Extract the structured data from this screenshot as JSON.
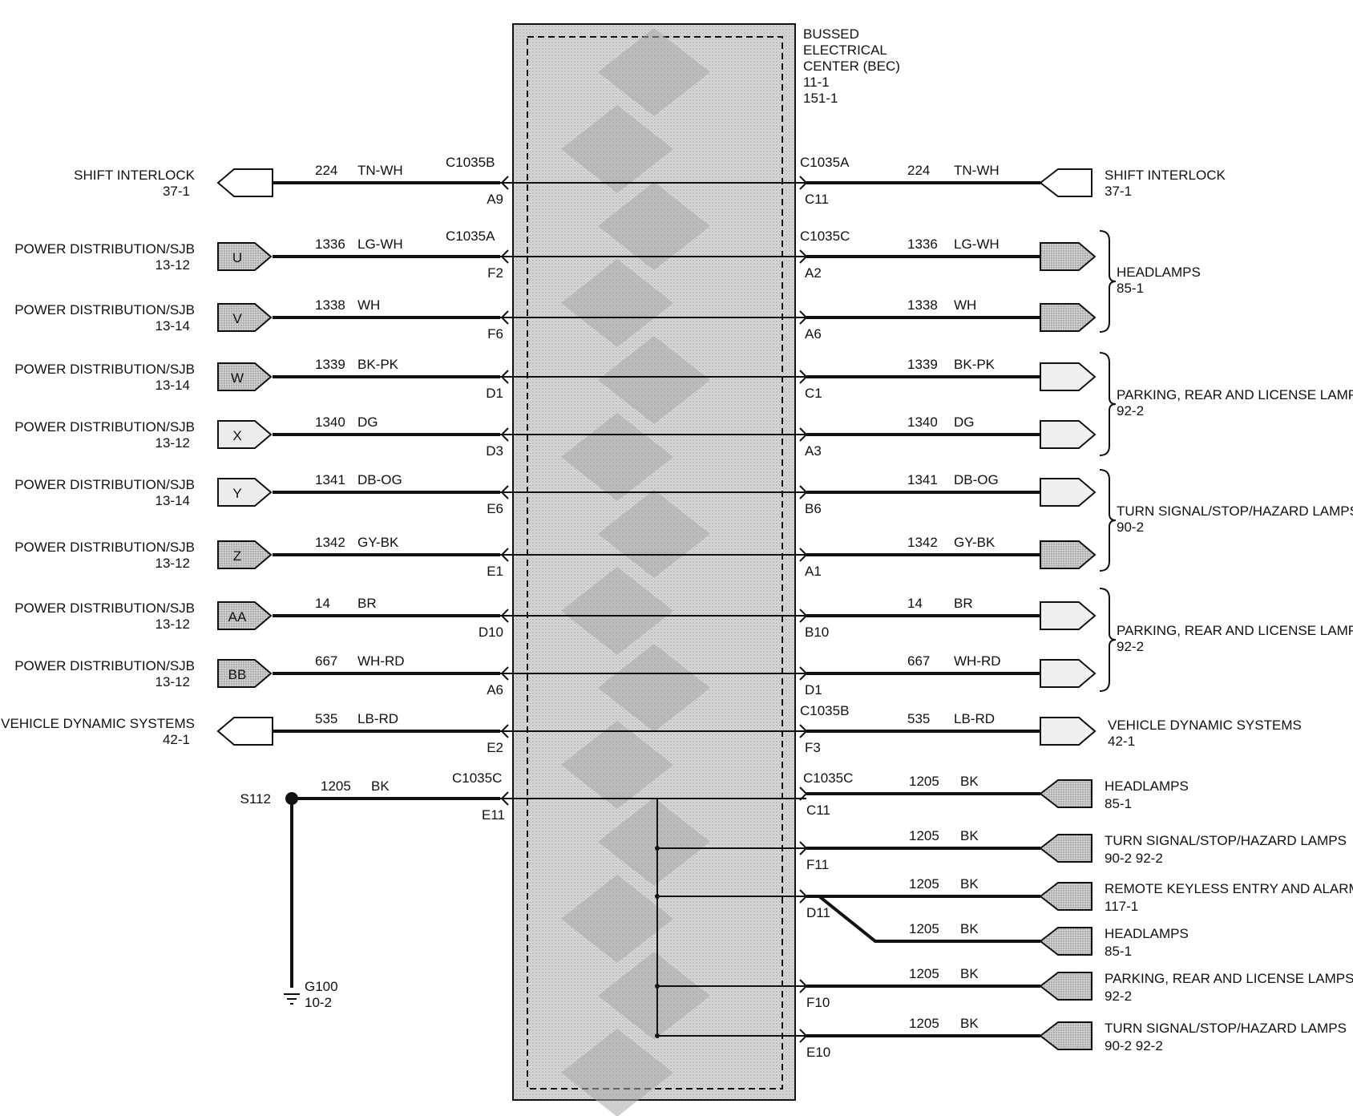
{
  "bec": {
    "title_lines": [
      "BUSSED",
      "ELECTRICAL",
      "CENTER (BEC)",
      "11-1",
      "151-1"
    ],
    "fill": "#c8c8c8"
  },
  "circuits": [
    {
      "left": {
        "system": "SHIFT INTERLOCK",
        "page": "37-1",
        "tag": ""
      },
      "circuit": "224",
      "color": "TN-WH",
      "left_conn": "C1035B",
      "left_pin": "A9",
      "right_conn": "C1035A",
      "right_pin": "C11",
      "right_box": "SHIFT INTERLOCK|37-1"
    },
    {
      "left": {
        "system": "POWER DISTRIBUTION/SJB",
        "page": "13-12",
        "tag": "U"
      },
      "circuit": "1336",
      "color": "LG-WH",
      "left_conn": "C1035A",
      "left_pin": "F2",
      "right_conn": "C1035C",
      "right_pin": "A2"
    },
    {
      "left": {
        "system": "POWER DISTRIBUTION/SJB",
        "page": "13-14",
        "tag": "V"
      },
      "circuit": "1338",
      "color": "WH",
      "left_conn": "",
      "left_pin": "F6",
      "right_conn": "",
      "right_pin": "A6"
    },
    {
      "left": {
        "system": "POWER DISTRIBUTION/SJB",
        "page": "13-14",
        "tag": "W"
      },
      "circuit": "1339",
      "color": "BK-PK",
      "left_conn": "",
      "left_pin": "D1",
      "right_conn": "",
      "right_pin": "C1"
    },
    {
      "left": {
        "system": "POWER DISTRIBUTION/SJB",
        "page": "13-12",
        "tag": "X"
      },
      "circuit": "1340",
      "color": "DG",
      "left_conn": "",
      "left_pin": "D3",
      "right_conn": "",
      "right_pin": "A3"
    },
    {
      "left": {
        "system": "POWER DISTRIBUTION/SJB",
        "page": "13-14",
        "tag": "Y"
      },
      "circuit": "1341",
      "color": "DB-OG",
      "left_conn": "",
      "left_pin": "E6",
      "right_conn": "",
      "right_pin": "B6"
    },
    {
      "left": {
        "system": "POWER DISTRIBUTION/SJB",
        "page": "13-12",
        "tag": "Z"
      },
      "circuit": "1342",
      "color": "GY-BK",
      "left_conn": "",
      "left_pin": "E1",
      "right_conn": "",
      "right_pin": "A1"
    },
    {
      "left": {
        "system": "POWER DISTRIBUTION/SJB",
        "page": "13-12",
        "tag": "AA"
      },
      "circuit": "14",
      "color": "BR",
      "left_conn": "",
      "left_pin": "D10",
      "right_conn": "",
      "right_pin": "B10"
    },
    {
      "left": {
        "system": "POWER DISTRIBUTION/SJB",
        "page": "13-12",
        "tag": "BB"
      },
      "circuit": "667",
      "color": "WH-RD",
      "left_conn": "",
      "left_pin": "A6",
      "right_conn": "",
      "right_pin": "D1"
    },
    {
      "left": {
        "system": "VEHICLE DYNAMIC SYSTEMS",
        "page": "42-1",
        "tag": ""
      },
      "circuit": "535",
      "color": "LB-RD",
      "left_conn": "",
      "left_pin": "E2",
      "right_conn": "C1035B",
      "right_pin": "F3"
    }
  ],
  "right_groups": [
    {
      "name": "HEADLAMPS",
      "page": "85-1"
    },
    {
      "name": "PARKING, REAR AND LICENSE LAMPS",
      "page": "92-2"
    },
    {
      "name": "TURN SIGNAL/STOP/HAZARD LAMPS",
      "page": "90-2"
    },
    {
      "name": "PARKING, REAR AND LICENSE LAMPS",
      "page": "92-2"
    },
    {
      "name": "VEHICLE DYNAMIC SYSTEMS",
      "page": "42-1"
    }
  ],
  "ground": {
    "splice": "S112",
    "ground": "G100",
    "ground_page": "10-2",
    "circuit": "1205",
    "color": "BK",
    "left_conn": "C1035C",
    "left_pin": "E11",
    "right_conn": "C1035C",
    "outputs": [
      {
        "pin": "C11",
        "circuit": "1205",
        "color": "BK",
        "dest": "HEADLAMPS",
        "page": "85-1"
      },
      {
        "pin": "F11",
        "circuit": "1205",
        "color": "BK",
        "dest": "TURN SIGNAL/STOP/HAZARD LAMPS",
        "page": "90-2     92-2"
      },
      {
        "pin": "D11",
        "circuit": "1205",
        "color": "BK",
        "dest": "REMOTE KEYLESS ENTRY AND ALARM",
        "page": "117-1"
      },
      {
        "pin": "",
        "circuit": "1205",
        "color": "BK",
        "dest": "HEADLAMPS",
        "page": "85-1"
      },
      {
        "pin": "F10",
        "circuit": "1205",
        "color": "BK",
        "dest": "PARKING, REAR AND LICENSE LAMPS",
        "page": "92-2"
      },
      {
        "pin": "E10",
        "circuit": "1205",
        "color": "BK",
        "dest": "TURN SIGNAL/STOP/HAZARD LAMPS",
        "page": "90-2          92-2"
      }
    ]
  }
}
